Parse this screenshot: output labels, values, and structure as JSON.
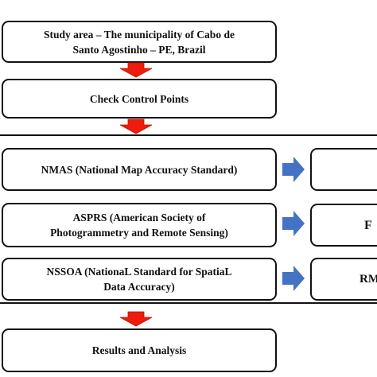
{
  "colors": {
    "down_arrow": "#ee1c0c",
    "right_arrow": "#4472c4",
    "border": "#111111"
  },
  "boxes": {
    "study_area_line1": "Study area – The municipality  of Cabo de",
    "study_area_line2": "Santo Agostinho  – PE, Brazil",
    "check_control_points": "Check Control Points",
    "nmas": "NMAS (National Map Accuracy Standard)",
    "asprs_line1": "ASPRS (American Society of",
    "asprs_line2": "Photogrammetry  and Remote Sensing)",
    "nssoa_line1": "NSSOA (NationaL Standard  for SpatiaL",
    "nssoa_line2": "Data Accuracy)",
    "results_analysis": "Results and Analysis"
  },
  "right_boxes": {
    "row1": "",
    "row2": "F",
    "row3": "RM"
  }
}
